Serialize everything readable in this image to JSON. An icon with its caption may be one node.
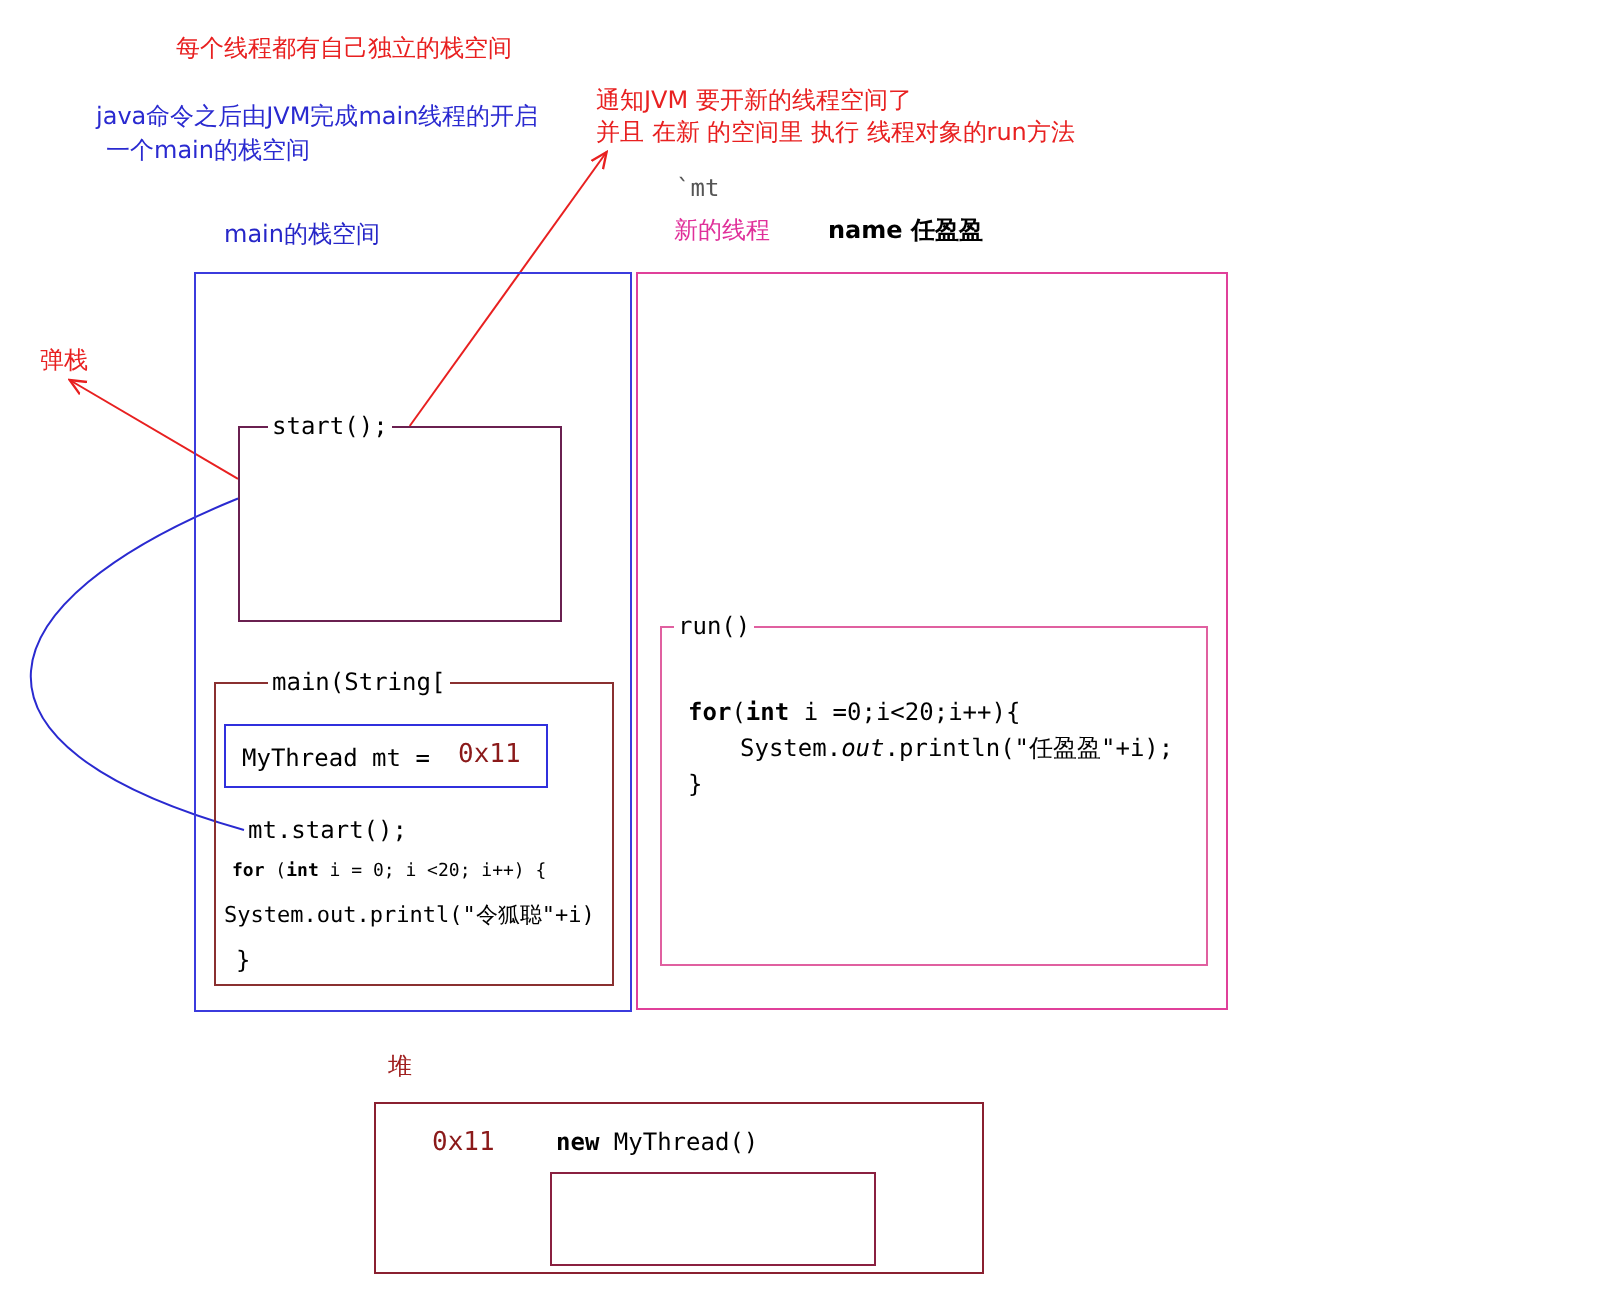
{
  "diagram": {
    "title": "每个线程都有自己独立的栈空间",
    "nodes": [
      {
        "text": [
          "通知JVM 要开新的线程空间了",
          "并且 在新 的空间里 执行 线程对象的run方法"
        ]
      },
      {
        "text": [
          "main的栈空间"
        ]
      },
      {
        "text": [
          "新的线程"
        ],
        "beside": [
          "name 任盈盈"
        ]
      },
      {
        "text": [
          "弹栈"
        ]
      },
      {
        "text": [
          "start();"
        ],
        "in": 1
      },
      {
        "text": [
          "main(String[",
          "**for** (**int** i = 0; i <20; i++) {",
          "System.out.printl(\"令狐聪\"+i)",
          "}"
        ],
        "in": 1
      },
      {
        "text": [
          "MyThread mt =",
          "0x11"
        ],
        "in": 5
      },
      {
        "text": [
          "mt.start();"
        ],
        "in": 5
      },
      {
        "text": [
          "run()",
          "**for**(**int** i =0;i<20;i++){",
          "System.*out*.println(\"任盈盈\"+i);",
          "}"
        ],
        "in": 2
      },
      {
        "text": [
          "堆",
          "0x11"
        ]
      },
      {
        "text": [
          "**new** MyThread()"
        ],
        "in": 9
      }
    ],
    "edges": [
      {
        "from": 4,
        "to": 0,
        "arrow": "to",
        "color": "#e82020"
      },
      {
        "from": 4,
        "to": 3,
        "arrow": "to",
        "color": "#e82020"
      },
      {
        "from": 7,
        "to": 4,
        "arrow": "none",
        "color": "#2a2ad0"
      }
    ],
    "labels": [
      "java命令之后由JVM完成main线程的开启",
      "一个main的栈空间",
      "`mt"
    ]
  }
}
